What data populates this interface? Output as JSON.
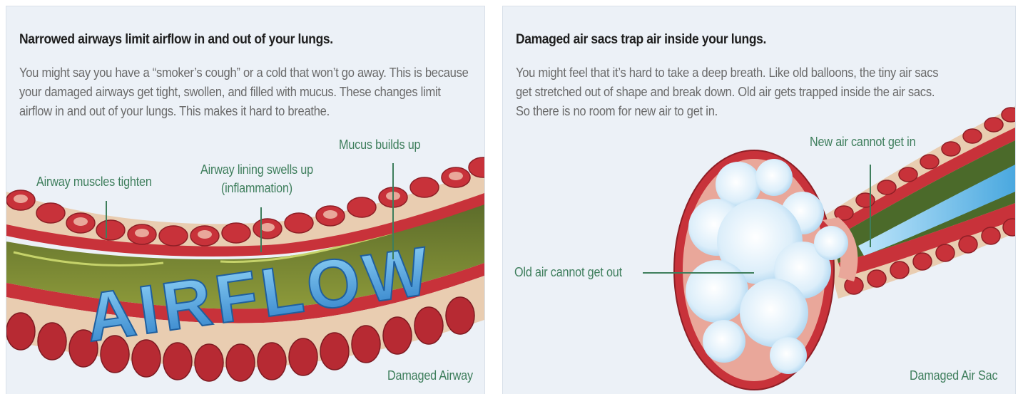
{
  "left_panel": {
    "heading": "Narrowed airways limit airflow in and out of your lungs.",
    "body_lines": [
      "You might say you have a “smoker’s cough” or a cold that won’t go away. This is because",
      "your damaged airways get tight, swollen, and filled with mucus. These changes limit",
      "airflow in and out of your lungs. This makes it hard to breathe."
    ],
    "callouts": {
      "muscles": "Airway muscles tighten",
      "lining_line1": "Airway lining swells up",
      "lining_line2": "(inflammation)",
      "mucus": "Mucus builds up"
    },
    "airflow_word": "AIRFLOW",
    "caption": "Damaged Airway"
  },
  "right_panel": {
    "heading": "Damaged air sacs trap air inside your lungs.",
    "body_lines": [
      "You might feel that it’s hard to take a deep breath. Like old balloons, the tiny air sacs",
      "get stretched out of shape and break down. Old air gets trapped inside the air sacs.",
      "So there is no room for new air to get in."
    ],
    "callouts": {
      "new_air": "New air cannot get in",
      "old_air": "Old air cannot get out"
    },
    "caption": "Damaged Air Sac"
  },
  "colors": {
    "panel_bg": "#ecf1f7",
    "callout_text": "#3e7e5c",
    "tissue_red": "#c8323a",
    "tissue_pink": "#e9a79a",
    "tissue_tan": "#e9cdb1",
    "air_blue": "#4aa8df",
    "cloud": "#e8f3fb"
  }
}
